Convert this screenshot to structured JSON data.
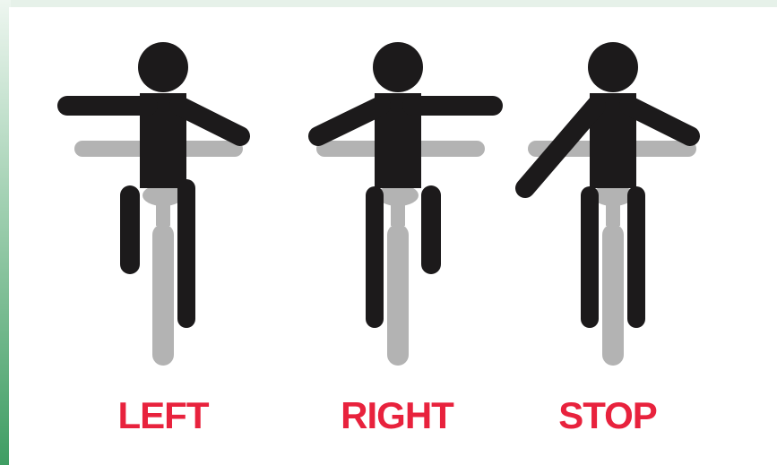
{
  "colors": {
    "label": "#e8223d",
    "figure": "#1c1a1b",
    "bicycle": "#b3b3b3",
    "frame_accent": "#3f9d63"
  },
  "signals": [
    {
      "label": "LEFT"
    },
    {
      "label": "RIGHT"
    },
    {
      "label": "STOP"
    }
  ]
}
